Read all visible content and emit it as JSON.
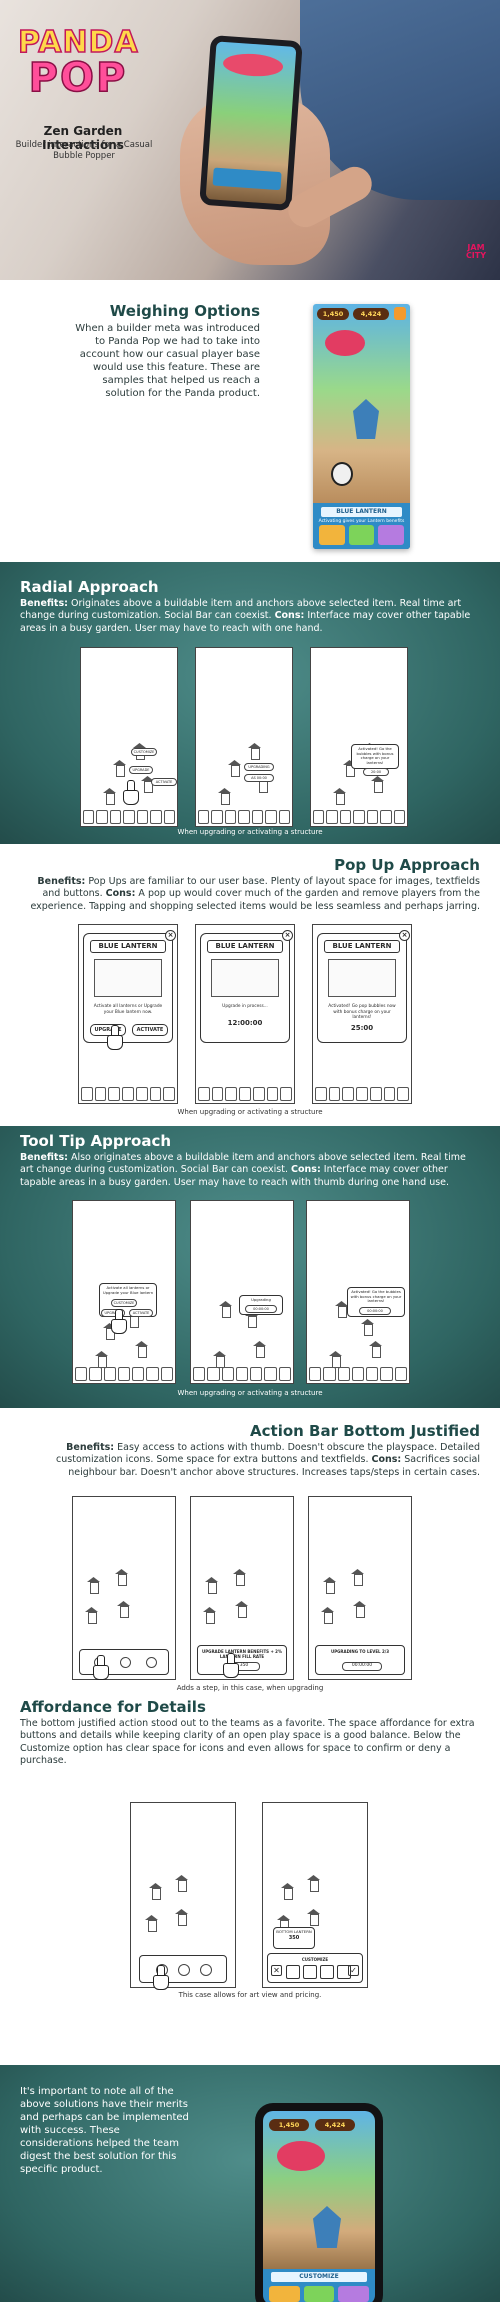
{
  "hero": {
    "logo_line1": "PANDA",
    "logo_line2": "POP",
    "title": "Zen Garden Interactions",
    "subtitle": "Builder interactions for a Casual  Bubble Popper",
    "badge_line1": "JAM",
    "badge_line2": "CITY",
    "colors": {
      "logo_pink": "#ff4f9a",
      "logo_yellow": "#ffd84a",
      "badge": "#e4145e"
    }
  },
  "weighing": {
    "title": "Weighing Options",
    "body": "When a builder meta was introduced to Panda Pop we had to take into account how our casual player base would use this feature. These are samples that helped us reach a solution for the Panda product.",
    "game": {
      "hud_left": "1,450",
      "hud_right": "4,424",
      "bar_title": "BLUE LANTERN",
      "bar_sub": "Activating gives your Lantern benefits"
    }
  },
  "radial": {
    "title": "Radial Approach",
    "benefits_label": "Benefits:",
    "benefits": "Originates above a buildable item and anchors above selected item. Real time art change during customization. Social Bar can coexist.",
    "cons_label": "Cons:",
    "cons": "Interface may cover other tapable areas in a busy garden. User may have to reach with one hand.",
    "caption": "When upgrading or activating a structure",
    "phone1": {
      "pill1": "UPGRADE",
      "pill2": "CUSTOMIZE",
      "pill3": "ACTIVATE"
    },
    "phone2": {
      "pill1": "UPGRADING",
      "pill2": "AS 00:00"
    },
    "phone3": {
      "tip": "Activated! Go the bubbles with bonus charge on your lanterns!",
      "pill": "20:00"
    }
  },
  "popup": {
    "title": "Pop Up Approach",
    "benefits_label": "Benefits:",
    "benefits": "Pop Ups are familiar to our user base. Plenty of layout space for images, textfields and buttons.",
    "cons_label": "Cons:",
    "cons": "A pop up would cover much of the garden and remove players from the experience. Tapping and shopping selected items would be less seamless and perhaps jarring.",
    "caption": "When upgrading or activating a structure",
    "card1": {
      "header": "BLUE LANTERN",
      "text": "Activate all lanterns or Upgrade your Blue lantern now.",
      "btn1": "UPGRADE",
      "btn2": "ACTIVATE"
    },
    "card2": {
      "header": "BLUE LANTERN",
      "text": "Upgrade in process...",
      "big": "12:00:00"
    },
    "card3": {
      "header": "BLUE LANTERN",
      "text": "Activated! Go pop bubbles now with bonus charge on your lanterns!",
      "big": "25:00"
    }
  },
  "tooltip": {
    "title": "Tool Tip Approach",
    "benefits_label": "Benefits:",
    "benefits": "Also originates above a buildable item and anchors above selected item. Real time art change during customization. Social Bar can coexist.",
    "cons_label": "Cons:",
    "cons": "Interface may cover other tapable areas in a busy garden. User may have to reach with thumb during one hand use.",
    "caption": "When upgrading or activating a structure",
    "phone1": {
      "tip": "Activate all lanterns or Upgrade your Blue lantern",
      "pill1": "CUSTOMIZE",
      "pill2": "UPGRADE",
      "pill3": "ACTIVATE"
    },
    "phone2": {
      "tip": "Upgrading",
      "pill": "00:00:00"
    },
    "phone3": {
      "tip": "Activated! Go the bubbles with bonus charge on your lanterns!",
      "pill": "00:00:00"
    }
  },
  "actionbar": {
    "title": "Action Bar Bottom Justified",
    "benefits_label": "Benefits:",
    "benefits": "Easy access to actions with thumb. Doesn't obscure the playspace. Detailed customization icons. Some space for extra buttons and textfields.",
    "cons_label": "Cons:",
    "cons": "Sacrifices social neighbour bar. Doesn't anchor above structures. Increases taps/steps in certain cases.",
    "caption": "Adds a step, in this case, when upgrading",
    "phone2": {
      "bar": "UPGRADE LANTERN BENEFITS + 2% LANTERN FILL RATE",
      "cost": "350"
    },
    "phone3": {
      "bar": "UPGRADING TO LEVEL 2/3",
      "timer": "00:00:00"
    }
  },
  "affordance": {
    "title": "Affordance for Details",
    "body": "The bottom justified action stood out to the teams as a favorite. The space affordance for extra buttons and details while keeping clarity of an open play space is a good balance. Below the Customize option has clear space for icons and even allows for space to confirm or deny a purchase.",
    "caption": "This case allows for art view and pricing.",
    "phone2": {
      "card_title": "BOTTOM LANTERN",
      "price": "350",
      "label": "CUSTOMIZE"
    }
  },
  "final": {
    "text": "It's important to note all of the above solutions have their merits and perhaps can be implemented with success. These considerations helped the team digest the best solution for this specific product.",
    "game": {
      "hud_left": "1,450",
      "hud_right": "4,424",
      "bar_title": "CUSTOMIZE"
    }
  }
}
